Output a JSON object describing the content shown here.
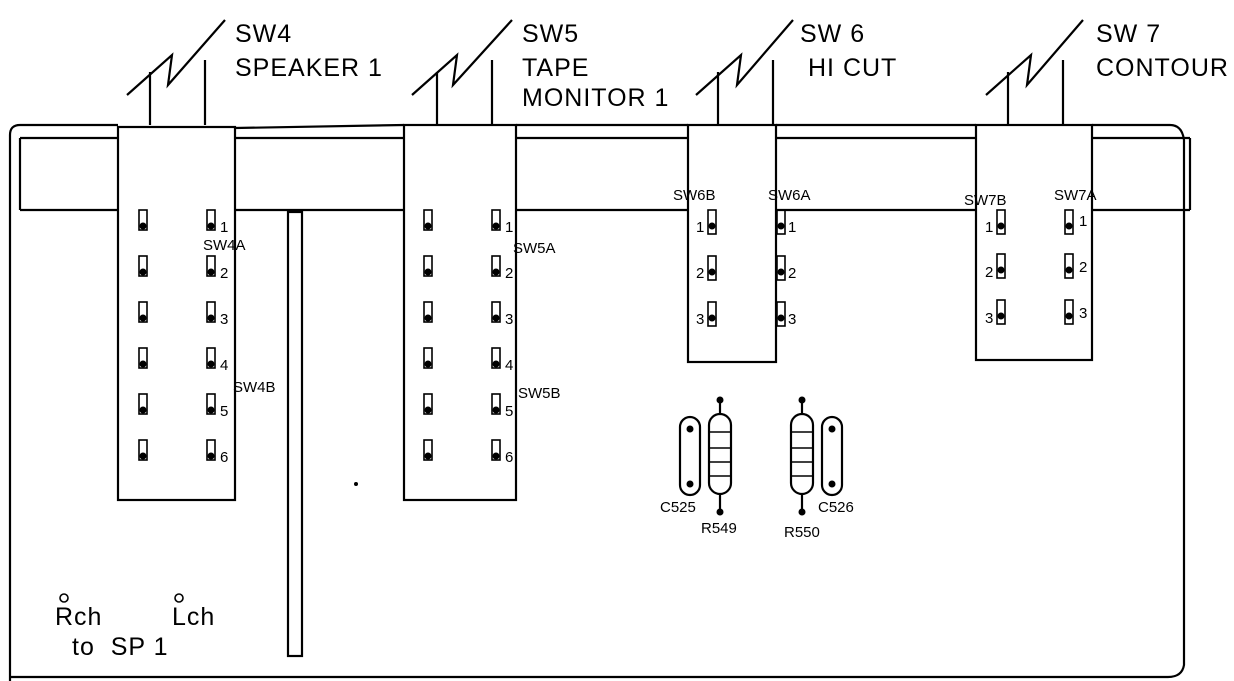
{
  "colors": {
    "ink": "#000000",
    "paper": "#ffffff"
  },
  "switches": [
    {
      "id": "sw4",
      "title": "SW4",
      "subtitle": [
        "SPEAKER 1"
      ],
      "side_a": "SW4A",
      "side_b": "SW4B",
      "pin_numbers": [
        "1",
        "2",
        "3",
        "4",
        "5",
        "6"
      ]
    },
    {
      "id": "sw5",
      "title": "SW5",
      "subtitle": [
        "TAPE",
        "MONITOR 1"
      ],
      "side_a": "SW5A",
      "side_b": "SW5B",
      "pin_numbers": [
        "1",
        "2",
        "3",
        "4",
        "5",
        "6"
      ]
    },
    {
      "id": "sw6",
      "title": "SW 6",
      "subtitle": [
        "HI  CUT"
      ],
      "side_a": "SW6A",
      "side_b": "SW6B",
      "pin_numbers": [
        "1",
        "2",
        "3"
      ]
    },
    {
      "id": "sw7",
      "title": "SW 7",
      "subtitle": [
        "CONTOUR"
      ],
      "side_a": "SW7A",
      "side_b": "SW7B",
      "pin_numbers": [
        "1",
        "2",
        "3"
      ]
    }
  ],
  "components": {
    "c525": "C525",
    "r549": "R549",
    "r550": "R550",
    "c526": "C526"
  },
  "terminals": {
    "rch": "Rch",
    "lch": "Lch",
    "caption": "to  SP 1"
  }
}
